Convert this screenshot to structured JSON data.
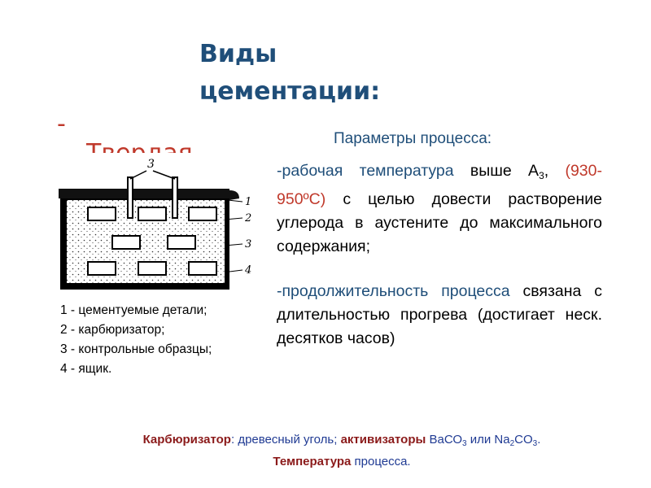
{
  "title": "Виды цементации:",
  "cut_text": {
    "line1": "-",
    "line2": "Твердая"
  },
  "parameters": {
    "heading": "Параметры процесса:",
    "p1": {
      "part1": "-рабочая температура",
      "part2": " выше А",
      "sub": "3",
      "part3": ",",
      "part4": " (930-950",
      "part5": "ºС)",
      "part6": " с целью довести растворение углерода в аустените до максимального содержания;"
    },
    "p2": {
      "part1": "-продолжительность процесса",
      "part2": " связана с длительностью прогрева (достигает неск. десятков часов)"
    }
  },
  "diagram": {
    "labels": [
      "1",
      "2",
      "3",
      "4"
    ],
    "top_label": "3"
  },
  "legend": [
    "1 - цементуемые детали;",
    "2 - карбюризатор;",
    "3 - контрольные образцы;",
    "4 - ящик."
  ],
  "footer": {
    "w1": "Карбюризатор",
    "w2": ": древесный уголь; ",
    "w3": "активизаторы",
    "w4": " ВаСО",
    "s1": "3",
    "w5": " или Na",
    "s2": "2",
    "w6": "CO",
    "s3": "3",
    "w7": ".",
    "w8": "Температура",
    "w9": " процесса."
  },
  "colors": {
    "title": "#1f4e79",
    "accent_red": "#c0392b",
    "footer_dark": "#8b1a1a",
    "footer_navy": "#1f3a93"
  }
}
